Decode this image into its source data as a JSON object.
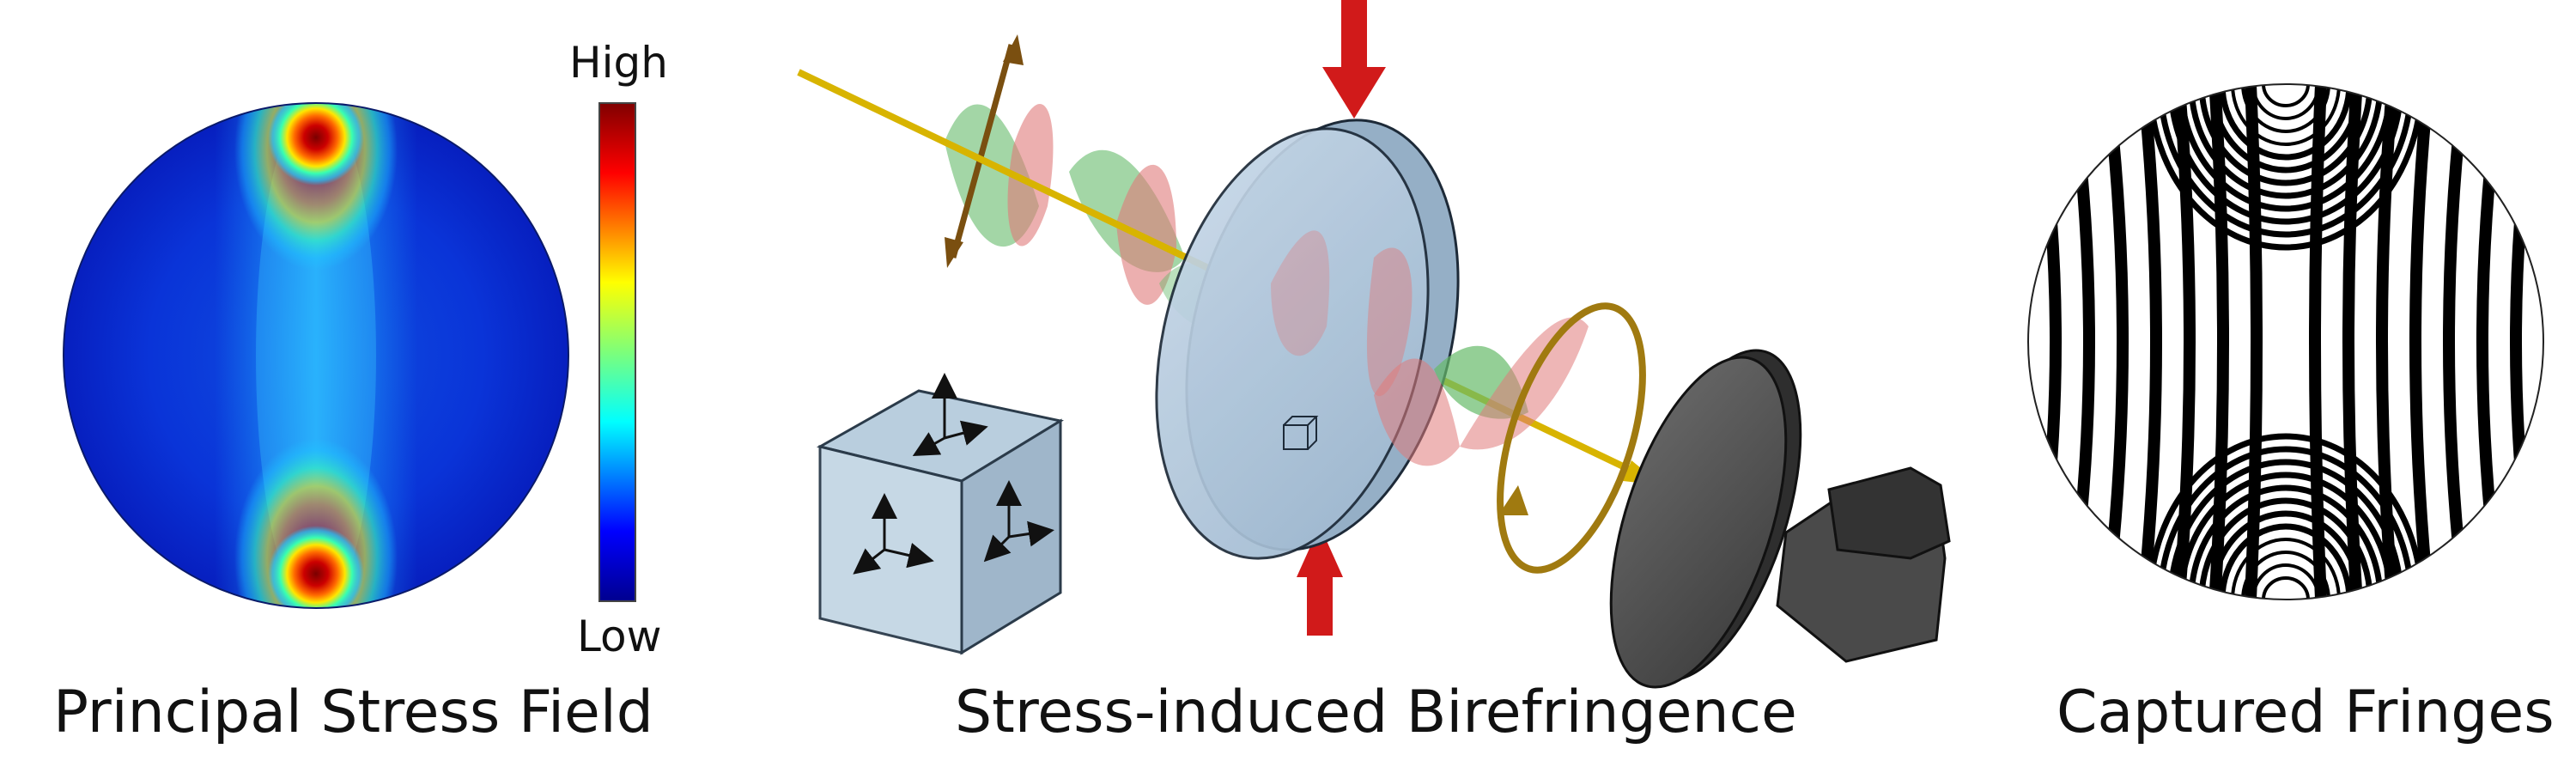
{
  "colorbar": {
    "high_label": "High",
    "low_label": "Low"
  },
  "captions": {
    "left": "Principal Stress Field",
    "middle": "Stress-induced Birefringence",
    "right": "Captured Fringes"
  },
  "colors": {
    "light_ray": "#d8b400",
    "force_arrow": "#d11a1a",
    "wave_red": "#e07a7a",
    "wave_green": "#66bb6a",
    "polarizer_arrow": "#7a4f10",
    "disk_fill": "#aec6db",
    "camera_fill": "#555555"
  },
  "icons": [
    "force-arrow-icon",
    "polarization-arrow-icon",
    "circular-polarization-icon",
    "camera-icon",
    "stress-cube-icon",
    "axes-icon"
  ]
}
